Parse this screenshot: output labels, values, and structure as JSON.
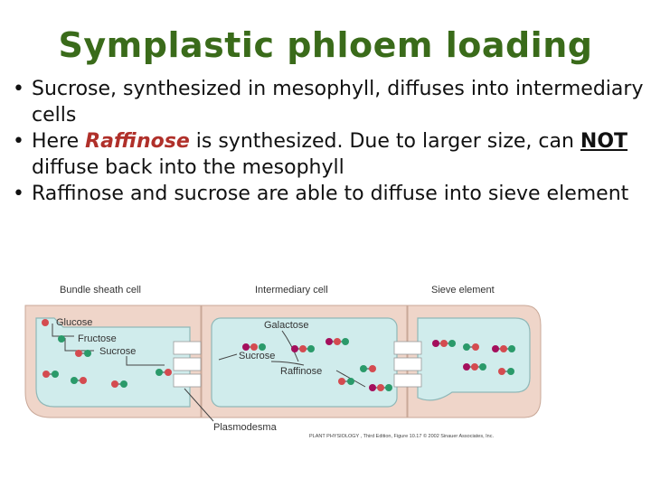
{
  "title": "Symplastic phloem loading",
  "bullets": {
    "b1": "Sucrose, synthesized in mesophyll, diffuses into intermediary cells",
    "b2_pre": "Here ",
    "b2_raffinose": "Raffinose",
    "b2_mid": " is synthesized.  Due to larger size, can ",
    "b2_not": "NOT",
    "b2_post": " diffuse back into the mesophyll",
    "b3": "Raffinose and sucrose are able to diffuse into sieve element"
  },
  "diagram": {
    "cell_labels": {
      "bundle_sheath": "Bundle sheath cell",
      "intermediary": "Intermediary cell",
      "sieve": "Sieve element"
    },
    "molecule_labels": {
      "glucose": "Glucose",
      "fructose": "Fructose",
      "sucrose_left": "Sucrose",
      "galactose": "Galactose",
      "sucrose_mid": "Sucrose",
      "raffinose": "Raffinose"
    },
    "plasmodesma": "Plasmodesma",
    "caption": "PLANT PHYSIOLOGY , Third Edition, Figure 10.17  © 2002 Sinauer Associates, Inc.",
    "colors": {
      "cell_wall": "#efd5c9",
      "cytoplasm": "#d0ecec",
      "glucose": "#d44b50",
      "fructose": "#2a9a6a",
      "galactose": "#a40f5c"
    }
  }
}
